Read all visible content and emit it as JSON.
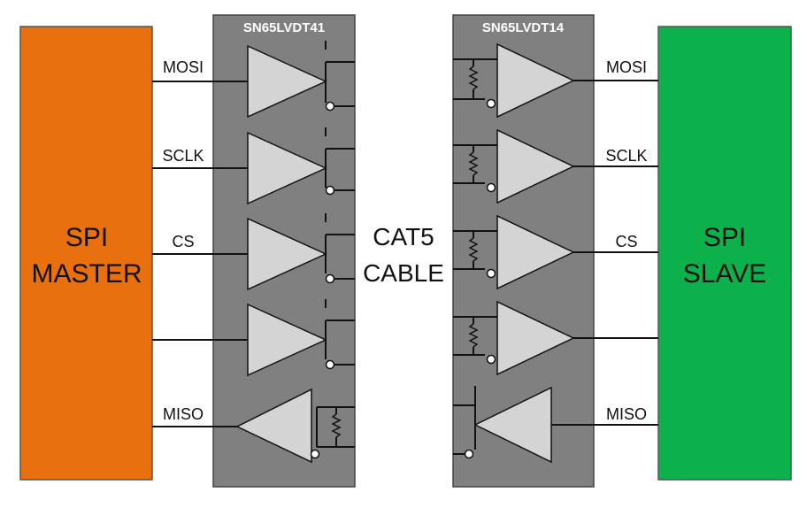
{
  "master": {
    "line1": "SPI",
    "line2": "MASTER",
    "color": "#e8700f"
  },
  "slave": {
    "line1": "SPI",
    "line2": "SLAVE",
    "color": "#0db14b"
  },
  "driver_chip": {
    "title": "SN65LVDT41",
    "color": "#808080"
  },
  "receiver_chip": {
    "title": "SN65LVDT14",
    "color": "#808080"
  },
  "cable": {
    "line1": "CAT5",
    "line2": "CABLE"
  },
  "master_signals": [
    "MOSI",
    "SCLK",
    "CS",
    "",
    "MISO"
  ],
  "slave_signals": [
    "MOSI",
    "SCLK",
    "CS",
    "",
    "MISO"
  ]
}
